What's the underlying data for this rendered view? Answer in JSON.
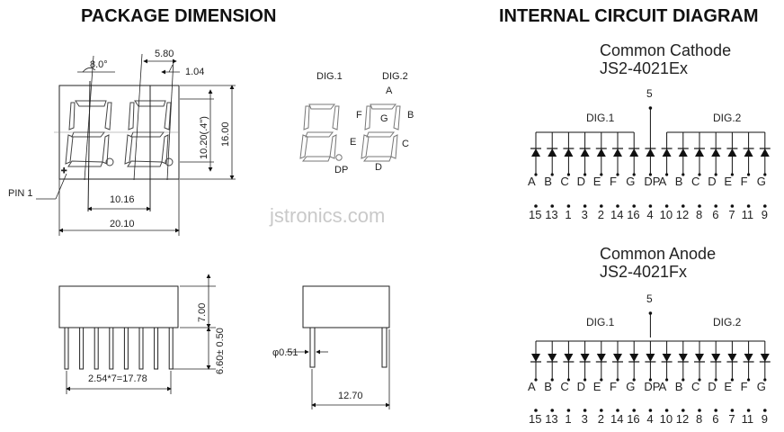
{
  "titles": {
    "package": "PACKAGE  DIMENSION",
    "internal": "INTERNAL CIRCUIT DIAGRAM"
  },
  "dimensions": {
    "angle": "8.0°",
    "seg_width": "5.80",
    "seg_thick": "1.04",
    "digit_height": "10.20(.4\")",
    "body_height": "16.00",
    "digit_pitch": "10.16",
    "body_width": "20.10",
    "pin1": "PIN 1",
    "side_height": "7.00",
    "pin_length": "6.60± 0.50",
    "pin_pitch": "2.54*7=17.78",
    "pin_dia": "φ0.51",
    "depth": "12.70"
  },
  "segment_legend": {
    "dig1": "DIG.1",
    "dig2": "DIG.2",
    "A": "A",
    "B": "B",
    "C": "C",
    "D": "D",
    "E": "E",
    "F": "F",
    "G": "G",
    "DP": "DP"
  },
  "watermark": "jstronics.com",
  "common_cathode": {
    "title": "Common Cathode",
    "part": "JS2-4021Ex",
    "common_pin": "5",
    "dig1": "DIG.1",
    "dig2": "DIG.2"
  },
  "common_anode": {
    "title": "Common Anode",
    "part": "JS2-4021Fx",
    "common_pin": "5",
    "dig1": "DIG.1",
    "dig2": "DIG.2"
  },
  "segments": [
    "A",
    "B",
    "C",
    "D",
    "E",
    "F",
    "G",
    "DP",
    "A",
    "B",
    "C",
    "D",
    "E",
    "F",
    "G"
  ],
  "pins": [
    "15",
    "13",
    "1",
    "3",
    "2",
    "14",
    "16",
    "4",
    "10",
    "12",
    "8",
    "6",
    "7",
    "11",
    "9"
  ],
  "colors": {
    "ink": "#111111",
    "led_outline": "#777777",
    "watermark": "#c9c9c9"
  }
}
